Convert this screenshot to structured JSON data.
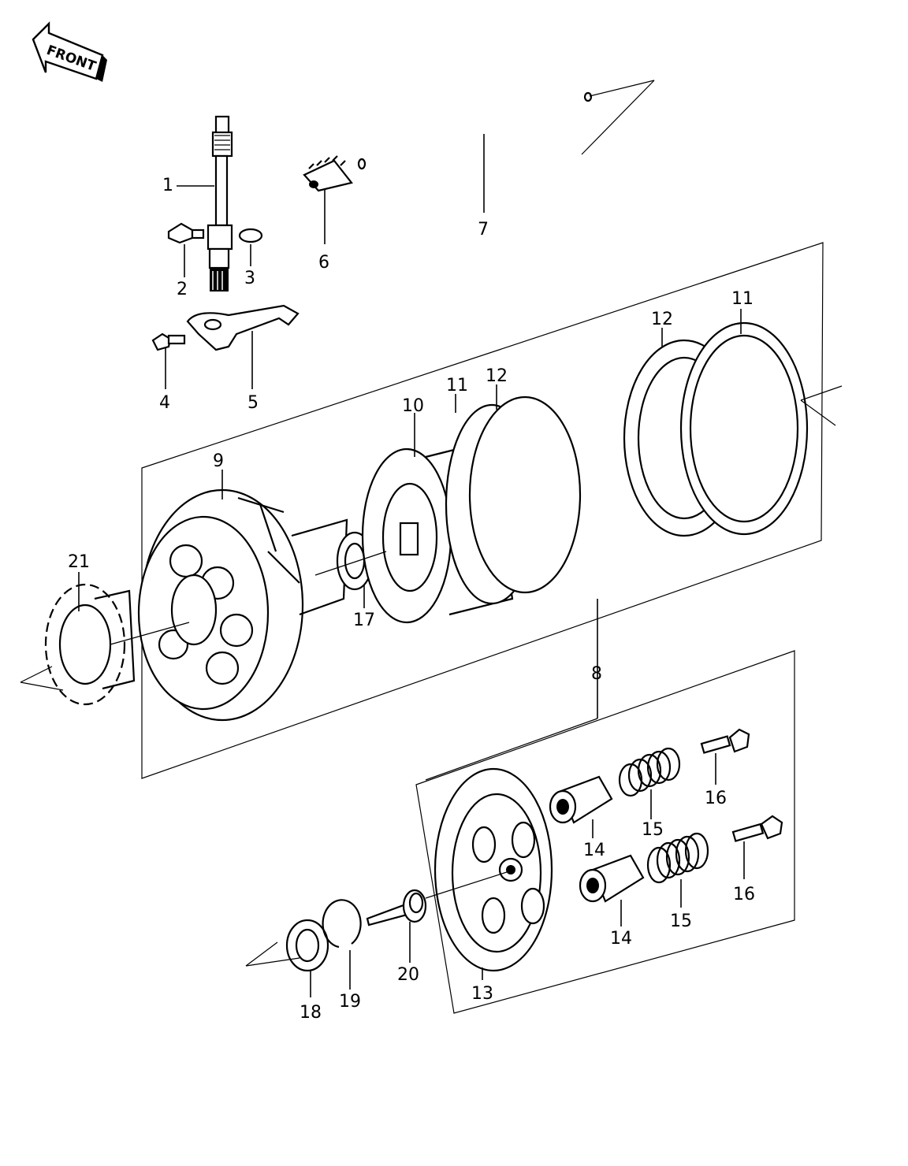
{
  "front_label": "FRONT",
  "callouts": [
    {
      "id": "1",
      "text": "1"
    },
    {
      "id": "2",
      "text": "2"
    },
    {
      "id": "3",
      "text": "3"
    },
    {
      "id": "4",
      "text": "4"
    },
    {
      "id": "5",
      "text": "5"
    },
    {
      "id": "6",
      "text": "6"
    },
    {
      "id": "7",
      "text": "7"
    },
    {
      "id": "8",
      "text": "8"
    },
    {
      "id": "9",
      "text": "9"
    },
    {
      "id": "10",
      "text": "10"
    },
    {
      "id": "11a",
      "text": "11"
    },
    {
      "id": "11b",
      "text": "11"
    },
    {
      "id": "12a",
      "text": "12"
    },
    {
      "id": "12b",
      "text": "12"
    },
    {
      "id": "13",
      "text": "13"
    },
    {
      "id": "14a",
      "text": "14"
    },
    {
      "id": "14b",
      "text": "14"
    },
    {
      "id": "15a",
      "text": "15"
    },
    {
      "id": "15b",
      "text": "15"
    },
    {
      "id": "16a",
      "text": "16"
    },
    {
      "id": "16b",
      "text": "16"
    },
    {
      "id": "17",
      "text": "17"
    },
    {
      "id": "18",
      "text": "18"
    },
    {
      "id": "19",
      "text": "19"
    },
    {
      "id": "20",
      "text": "20"
    },
    {
      "id": "21",
      "text": "21"
    }
  ]
}
